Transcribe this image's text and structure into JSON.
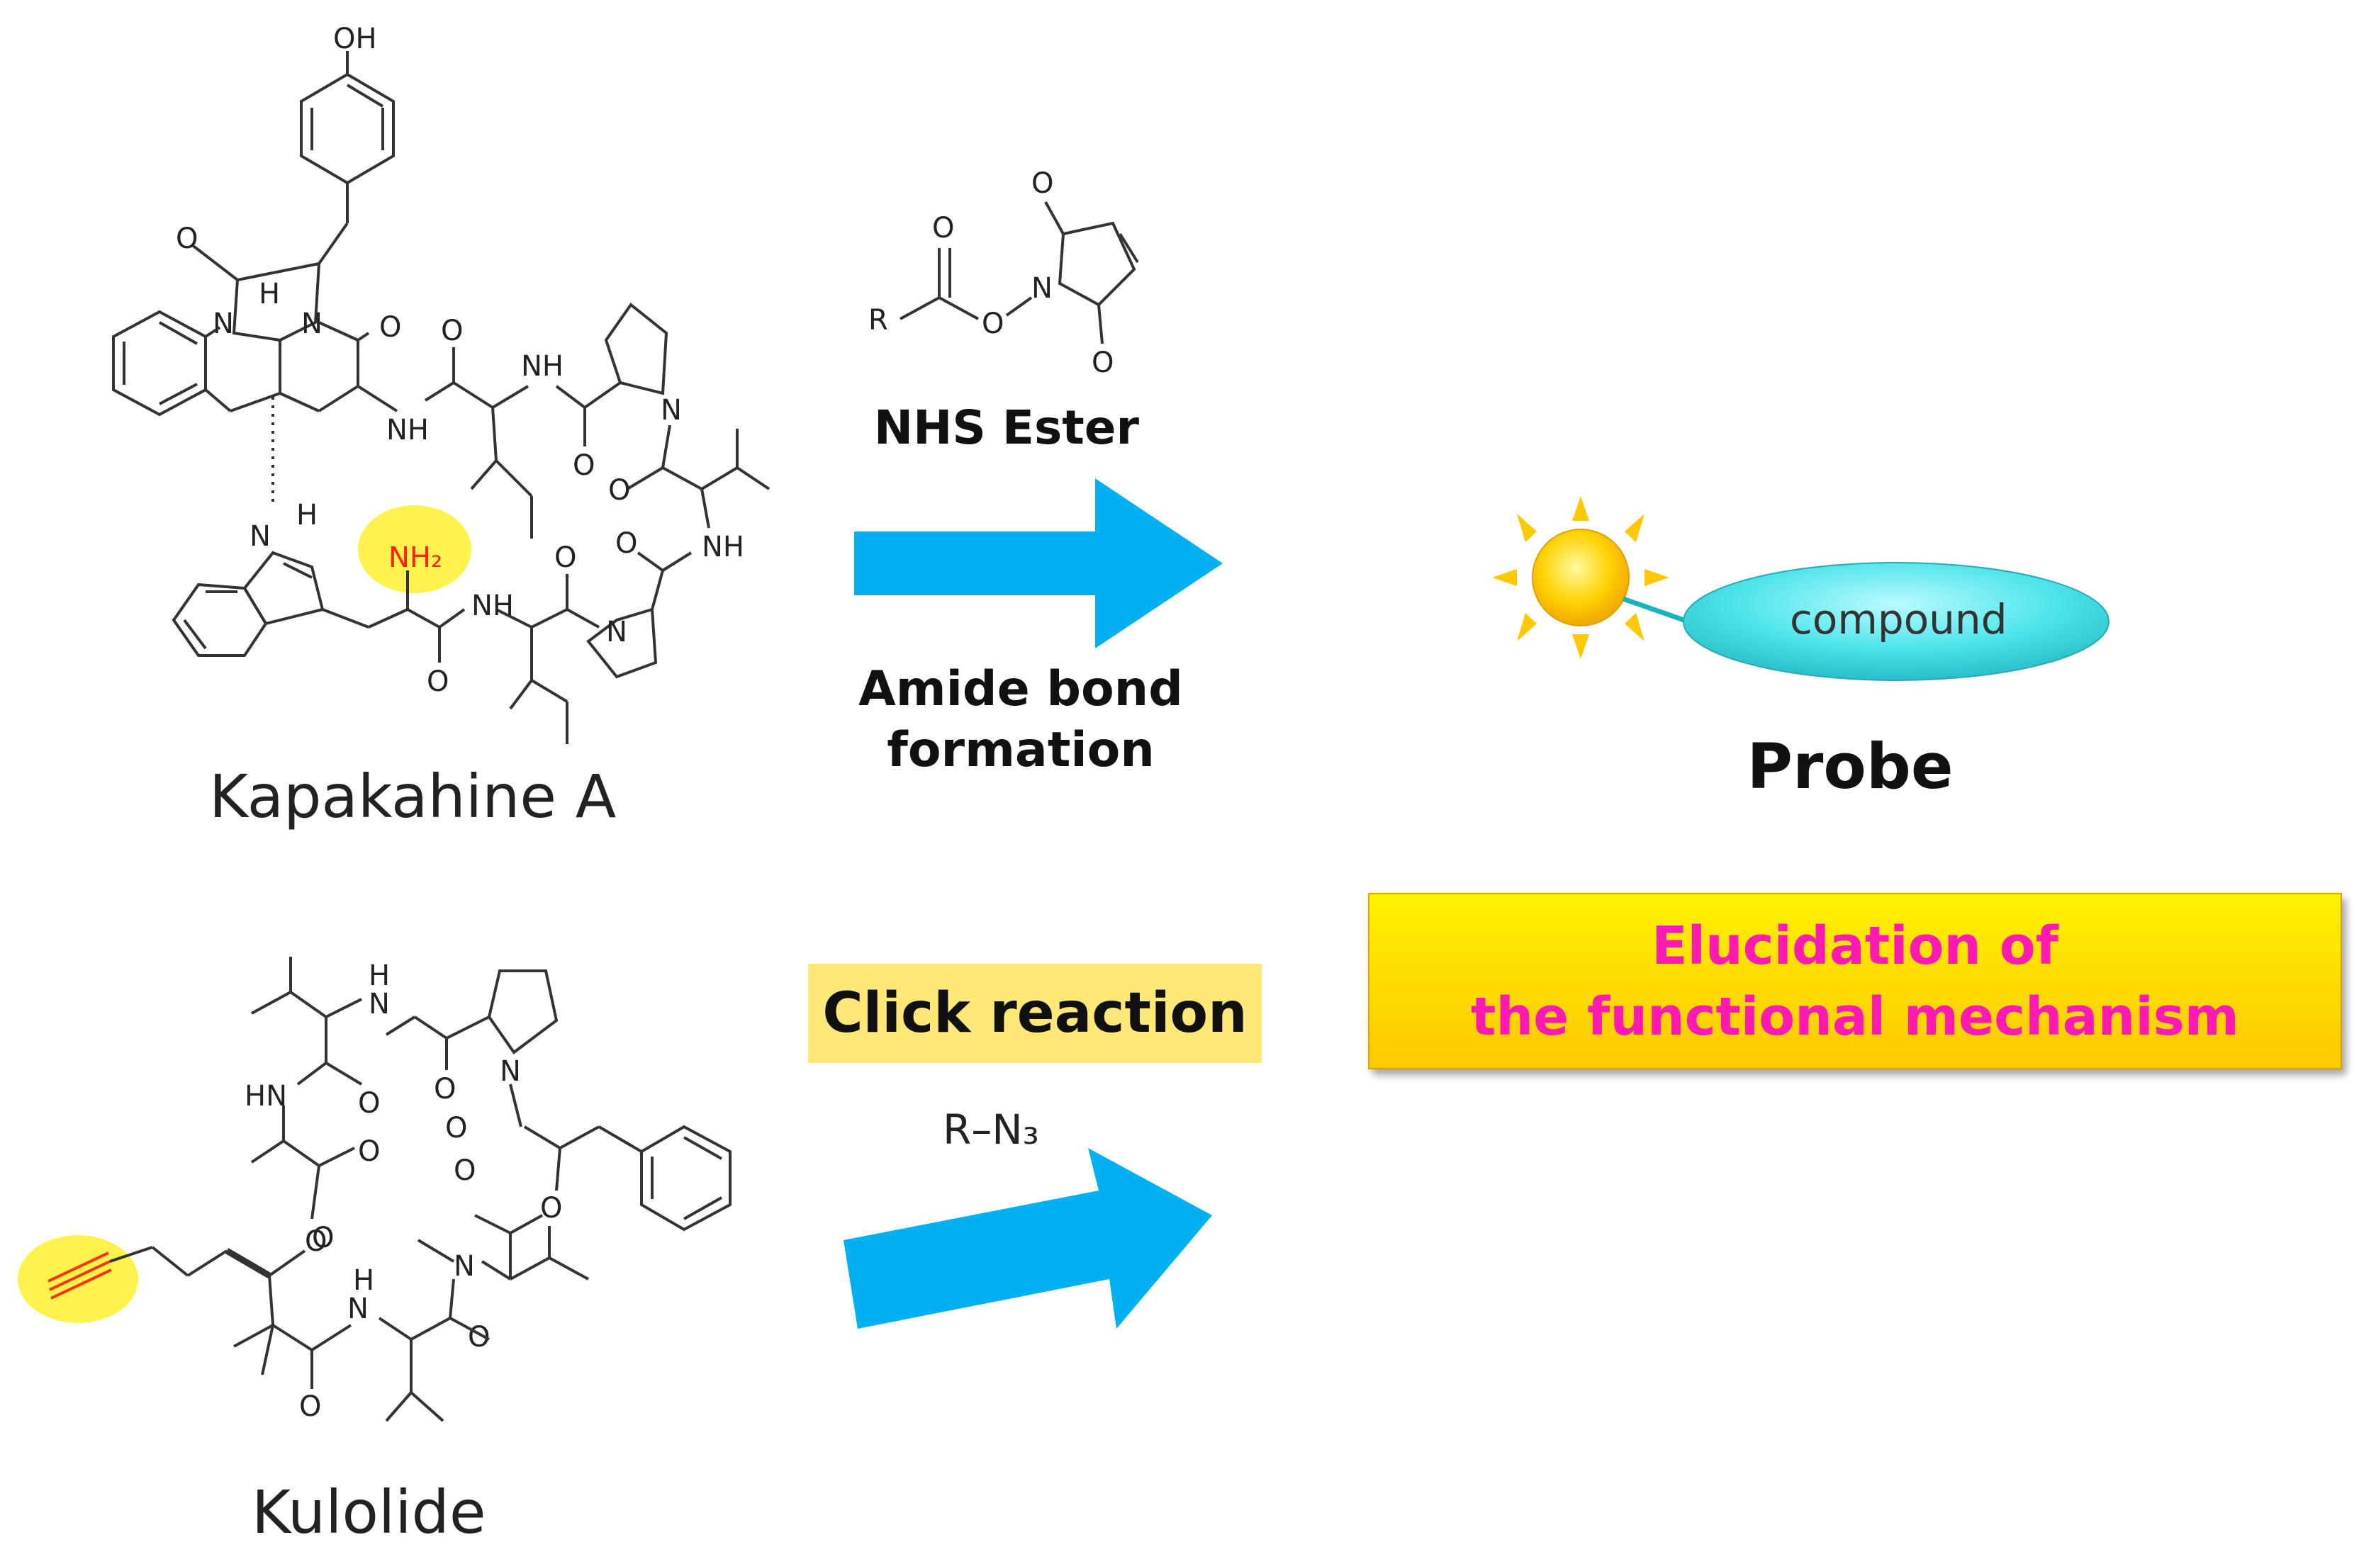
{
  "kapakahine": {
    "name": "Kapakahine A",
    "atoms": {
      "oh": "OH",
      "o": "O",
      "h": "H",
      "n": "N",
      "nh": "NH",
      "nh2": "NH₂"
    }
  },
  "kulolide": {
    "name": "Kulolide",
    "atoms": {
      "o": "O",
      "n": "N",
      "hn": "HN",
      "h": "H"
    }
  },
  "nhs": {
    "label": "NHS Ester",
    "atoms": {
      "r": "R",
      "o": "O",
      "n": "N"
    }
  },
  "amide": {
    "line1": "Amide bond",
    "line2": "formation"
  },
  "click": {
    "label": "Click reaction",
    "reagent": "R–N₃"
  },
  "probe": {
    "compound": "compound",
    "label": "Probe"
  },
  "elucidation": {
    "line1": "Elucidation of",
    "line2": "the functional mechanism"
  },
  "colors": {
    "arrow": "#00b0f0",
    "highlight": "#fff24d",
    "ellipse": "#4be4ea",
    "sun": "#ffc800",
    "magenta": "#ff1ab3"
  }
}
